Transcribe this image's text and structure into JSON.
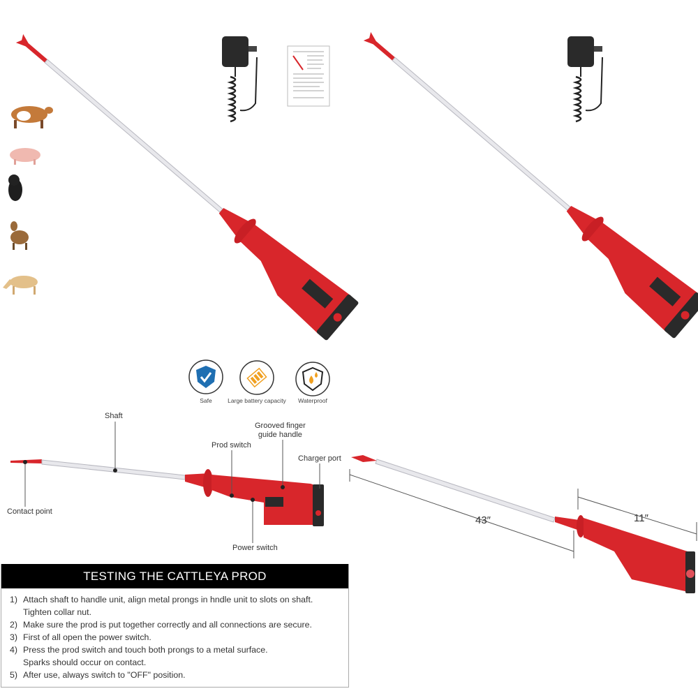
{
  "icons": [
    {
      "name": "shield-check-icon",
      "label": "Safe",
      "color": "#1f6fb2"
    },
    {
      "name": "battery-icon",
      "label": "Large battery capacity",
      "color": "#f0a020"
    },
    {
      "name": "water-drop-shield-icon",
      "label": "Waterproof",
      "color": "#f0a020"
    }
  ],
  "parts": {
    "shaft": "Shaft",
    "grooved_handle": "Grooved finger\nguide handle",
    "prod_switch": "Prod switch",
    "charger_port": "Charger port",
    "contact_point": "Contact point",
    "power_switch": "Power switch"
  },
  "dimensions": {
    "shaft_length": "43″",
    "handle_length": "11″"
  },
  "instructions": {
    "title": "TESTING THE CATTLEYA PROD",
    "steps": [
      {
        "num": "1)",
        "text": "Attach shaft to handle unit, align metal prongs in hndle unit to slots on shaft.\nTighten collar nut."
      },
      {
        "num": "2)",
        "text": "Make sure the prod is put together correctly and all connections are secure."
      },
      {
        "num": "3)",
        "text": "First of all open the power switch."
      },
      {
        "num": "4)",
        "text": "Press the prod switch and touch both prongs to a metal surface.\nSparks should occur on contact."
      },
      {
        "num": "5)",
        "text": "After use, always switch to \"OFF\" position."
      }
    ]
  },
  "animals": [
    "cow",
    "pig",
    "dog",
    "goat",
    "horse"
  ],
  "colors": {
    "product_red": "#d8262b",
    "dark": "#222222",
    "shaft": "#e8e8ec"
  }
}
